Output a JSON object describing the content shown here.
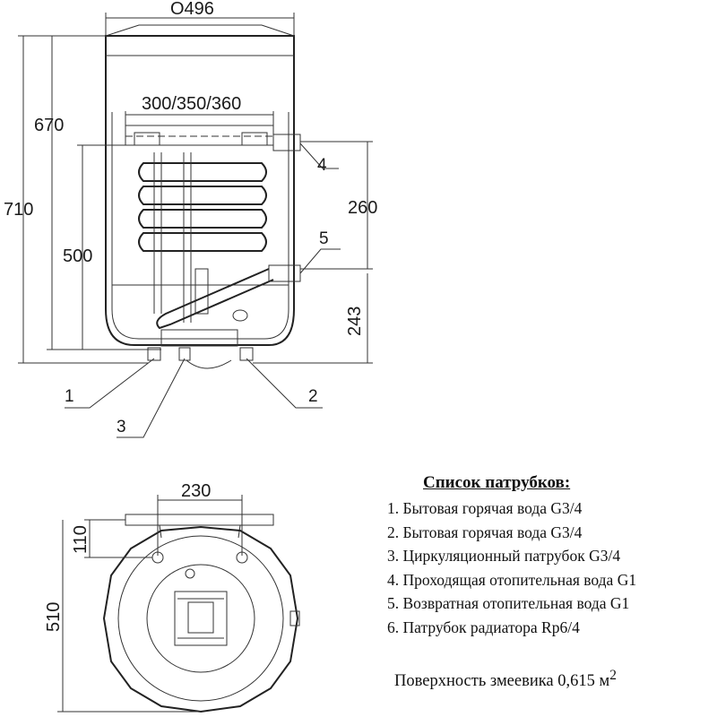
{
  "dimensions": {
    "diameter": "O496",
    "width_top": "300/350/360",
    "height_670": "670",
    "height_710": "710",
    "height_500": "500",
    "height_260": "260",
    "height_243": "243",
    "width_230": "230",
    "offset_110": "110",
    "depth_510": "510"
  },
  "callouts": [
    "1",
    "2",
    "3",
    "4",
    "5"
  ],
  "legend": {
    "title": "Список патрубков:",
    "items": [
      "1. Бытовая горячая вода G3/4",
      "2. Бытовая горячая вода G3/4",
      "3. Циркуляционный патрубок G3/4",
      "4. Проходящая отопительная вода G1",
      "5. Возвратная отопительная вода G1",
      "6. Патрубок радиатора Rp6/4"
    ]
  },
  "surface": {
    "text": "Поверхность змеевика 0,615 м",
    "superscript": "2"
  }
}
